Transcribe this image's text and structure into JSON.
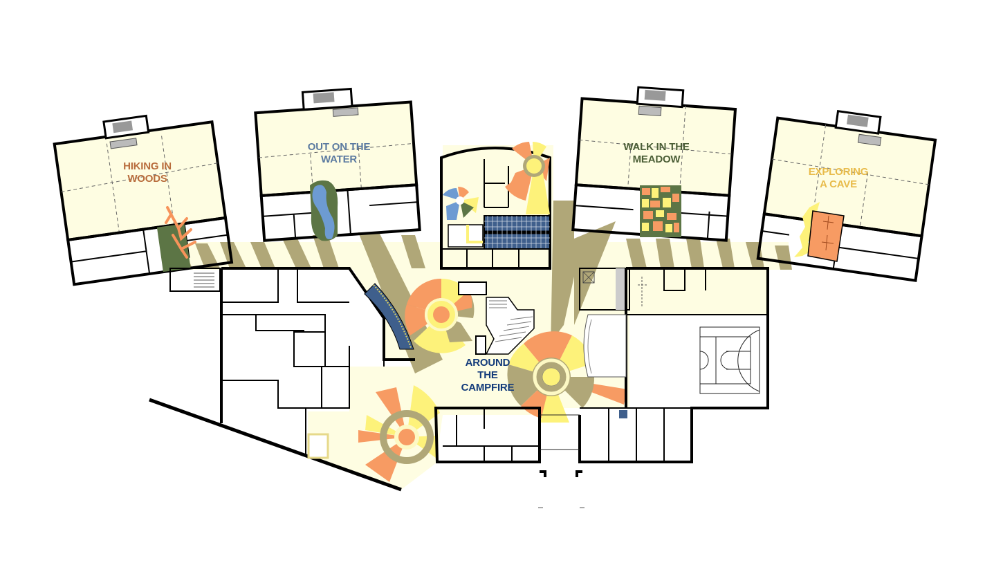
{
  "diagram": {
    "type": "architectural-floor-plan",
    "colors": {
      "floor_common": "#fefde2",
      "pod_floor": "#fdfce0",
      "olive": "#b0a778",
      "orange": "#f79b63",
      "yellow": "#fdf27a",
      "pale_yellow": "#fdf9c4",
      "green": "#5c7545",
      "water_blue": "#6d9bd2",
      "grid_blue": "#3f5f8c",
      "wall": "#000000",
      "stair_gray": "#9a9a9a"
    },
    "zones": [
      {
        "id": "hiking",
        "label": "HIKING IN\nWOODS",
        "color": "#b86c3c"
      },
      {
        "id": "water",
        "label": "OUT ON THE\nWATER",
        "color": "#5b7aa0"
      },
      {
        "id": "meadow",
        "label": "WALK IN THE\nMEADOW",
        "color": "#4b5e36"
      },
      {
        "id": "cave",
        "label": "EXPLORING\nA CAVE",
        "color": "#e8bb4a"
      },
      {
        "id": "campfire",
        "label": "AROUND\nTHE\nCAMPFIRE",
        "color": "#123a7a"
      }
    ]
  }
}
